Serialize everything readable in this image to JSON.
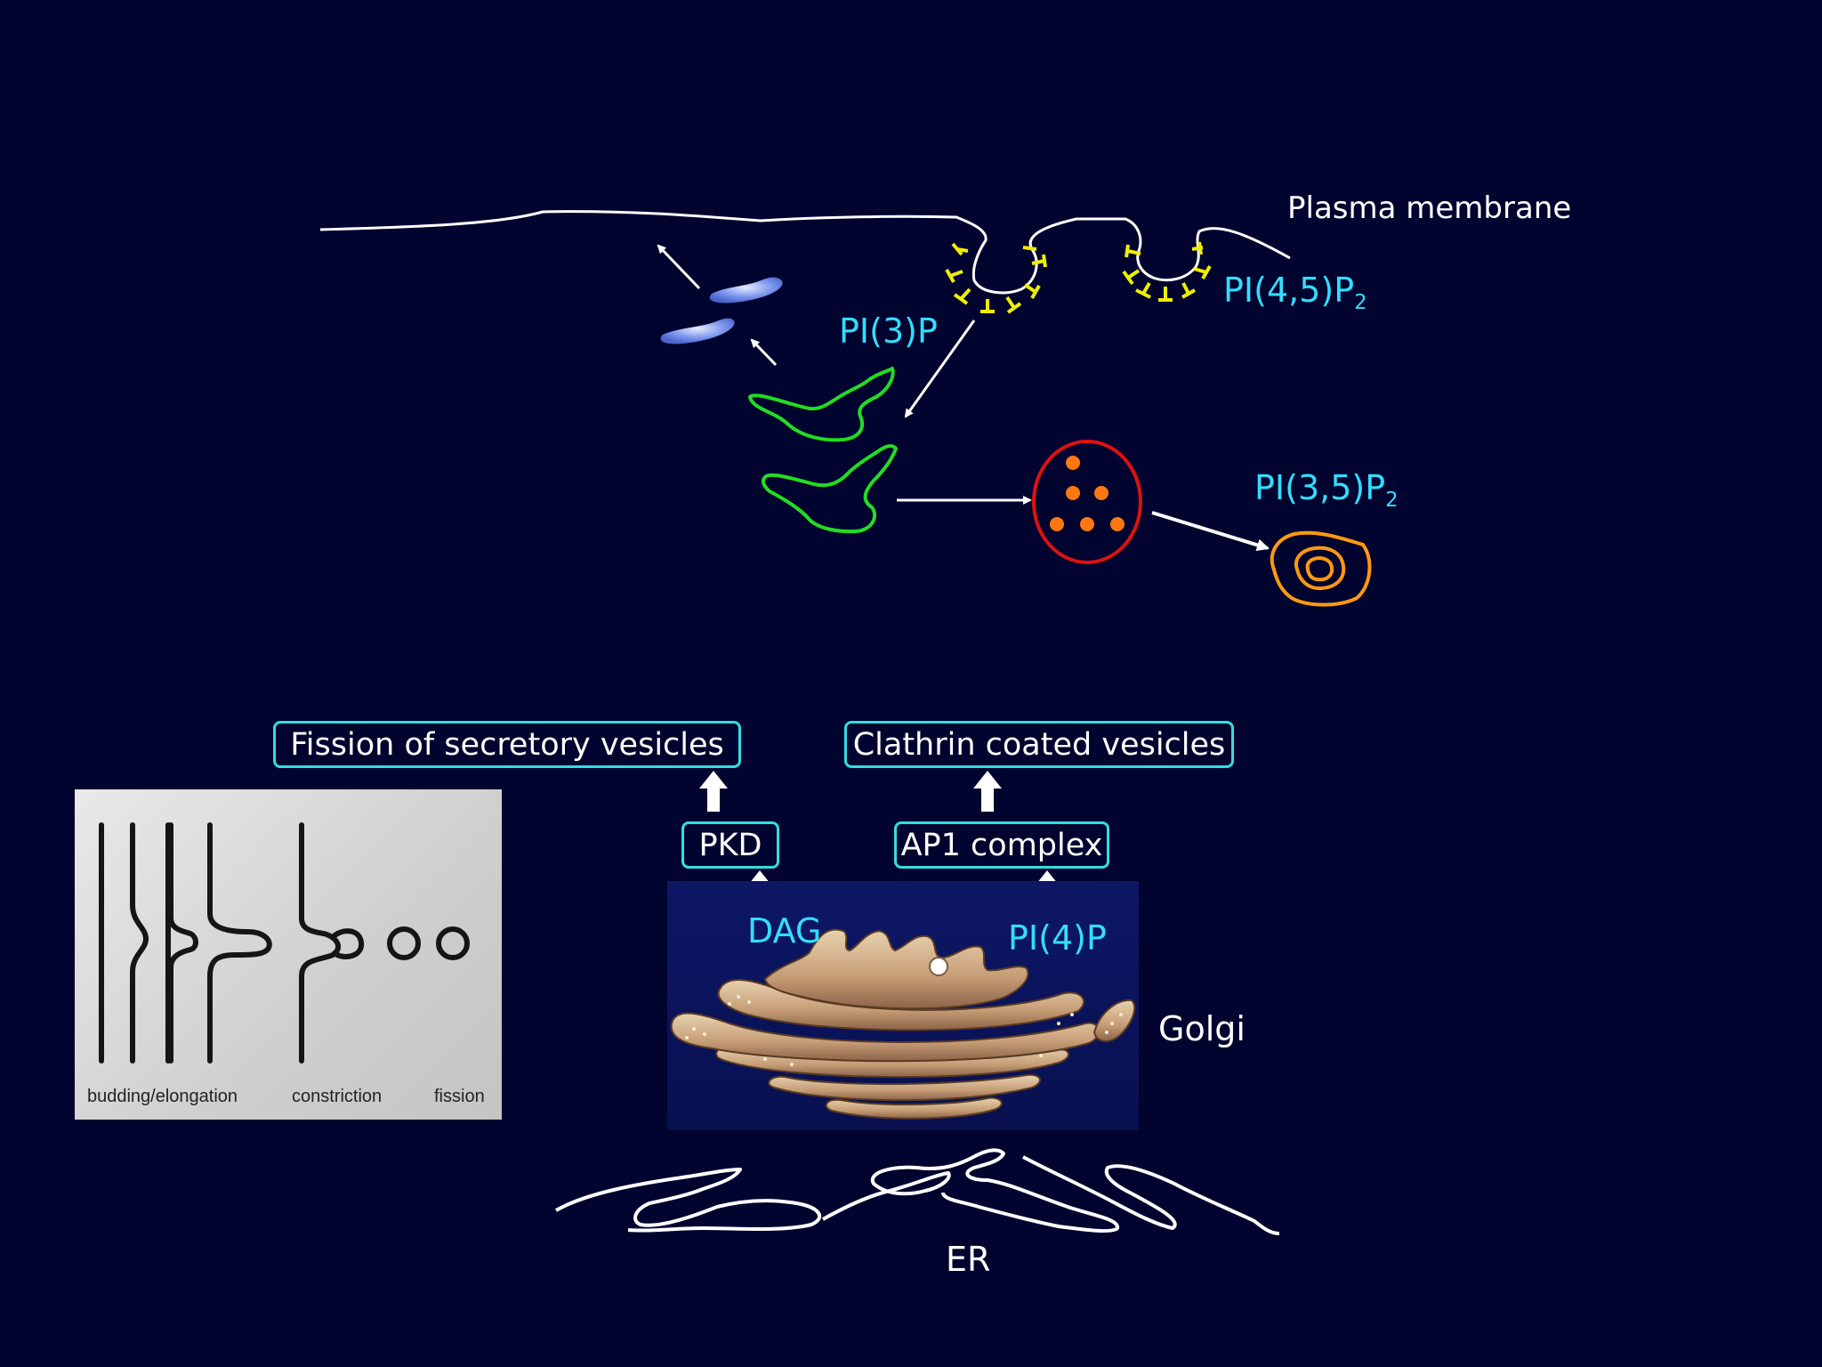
{
  "labels": {
    "plasma_membrane": "Plasma membrane",
    "pi45p2_main": "PI(4,5)P",
    "pi45p2_sub": "2",
    "pi3p": "PI(3)P",
    "pi35p2_main": "PI(3,5)P",
    "pi35p2_sub": "2",
    "dag": "DAG",
    "pi4p": "PI(4)P",
    "golgi": "Golgi",
    "er": "ER"
  },
  "boxes": {
    "fission_secretory": "Fission of secretory vesicles",
    "clathrin_coated": "Clathrin coated vesicles",
    "pkd": "PKD",
    "ap1_complex": "AP1 complex"
  },
  "fission_panel": {
    "budding": "budding/elongation",
    "constriction": "constriction",
    "fission": "fission"
  },
  "colors": {
    "background": "#00042e",
    "label_cyan": "#33ddff",
    "box_border": "#33dde0",
    "endosome_green": "#22dd22",
    "mvb_red": "#dd1111",
    "lysosome_orange": "#ff9911",
    "coat_yellow": "#eeee00",
    "vesicle_blue": "#6688ee"
  }
}
